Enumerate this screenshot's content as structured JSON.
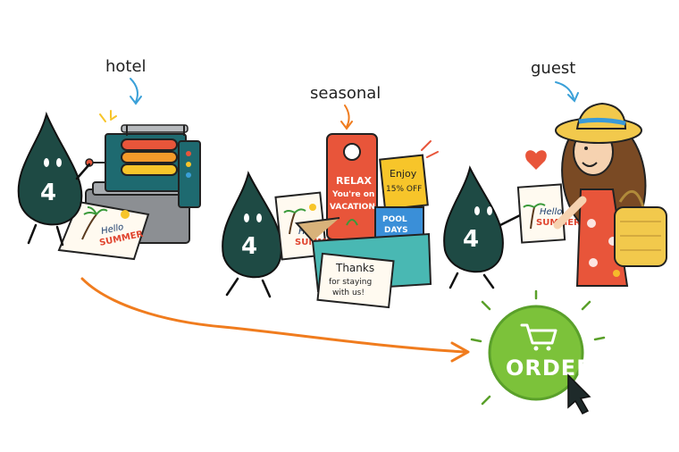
{
  "labels": {
    "hotel": "hotel",
    "seasonal": "seasonal",
    "guest": "guest"
  },
  "mascot_number": "4",
  "printer_card": {
    "line1": "Hello",
    "line2": "SUMMER"
  },
  "carried_card": {
    "line1": "Hello",
    "line2": "SUMMER"
  },
  "guest_card": {
    "line1": "Hello",
    "line2": "SUMMER"
  },
  "door_hanger": {
    "line1": "RELAX",
    "line2": "You're on",
    "line3": "VACATION"
  },
  "offer_card": {
    "line1": "Enjoy",
    "line2": "15% OFF"
  },
  "pool_card": {
    "line1": "POOL",
    "line2": "DAYS"
  },
  "thanks_card": {
    "line1": "Thanks",
    "line2": "for staying",
    "line3": "with us!"
  },
  "order_button": {
    "label": "ORDER"
  },
  "icons": [
    "arrow-icon",
    "cart-icon",
    "cursor-icon",
    "heart-icon",
    "palm-tree-icon",
    "sun-icon"
  ],
  "colors": {
    "mascot": "#1e4a44",
    "arrow": "#f07c1e",
    "order_green": "#7cc23a",
    "door_red": "#e8553a",
    "box_teal": "#49b8b3",
    "offer_yellow": "#f7c52a",
    "pool_blue": "#3a8fd8"
  }
}
